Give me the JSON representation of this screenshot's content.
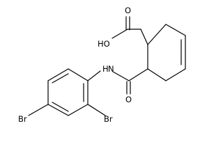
{
  "molecule": {
    "atom_labels": {
      "carboxyl_oxygen": "O",
      "hydroxyl": "HO",
      "amide_nitrogen": "N",
      "amide_hydrogen": "H",
      "amide_oxygen": "O",
      "bromine_para": "Br",
      "bromine_ortho": "Br"
    },
    "colors": {
      "bond": "#000000",
      "label": "#000000",
      "background": "#ffffff"
    }
  }
}
